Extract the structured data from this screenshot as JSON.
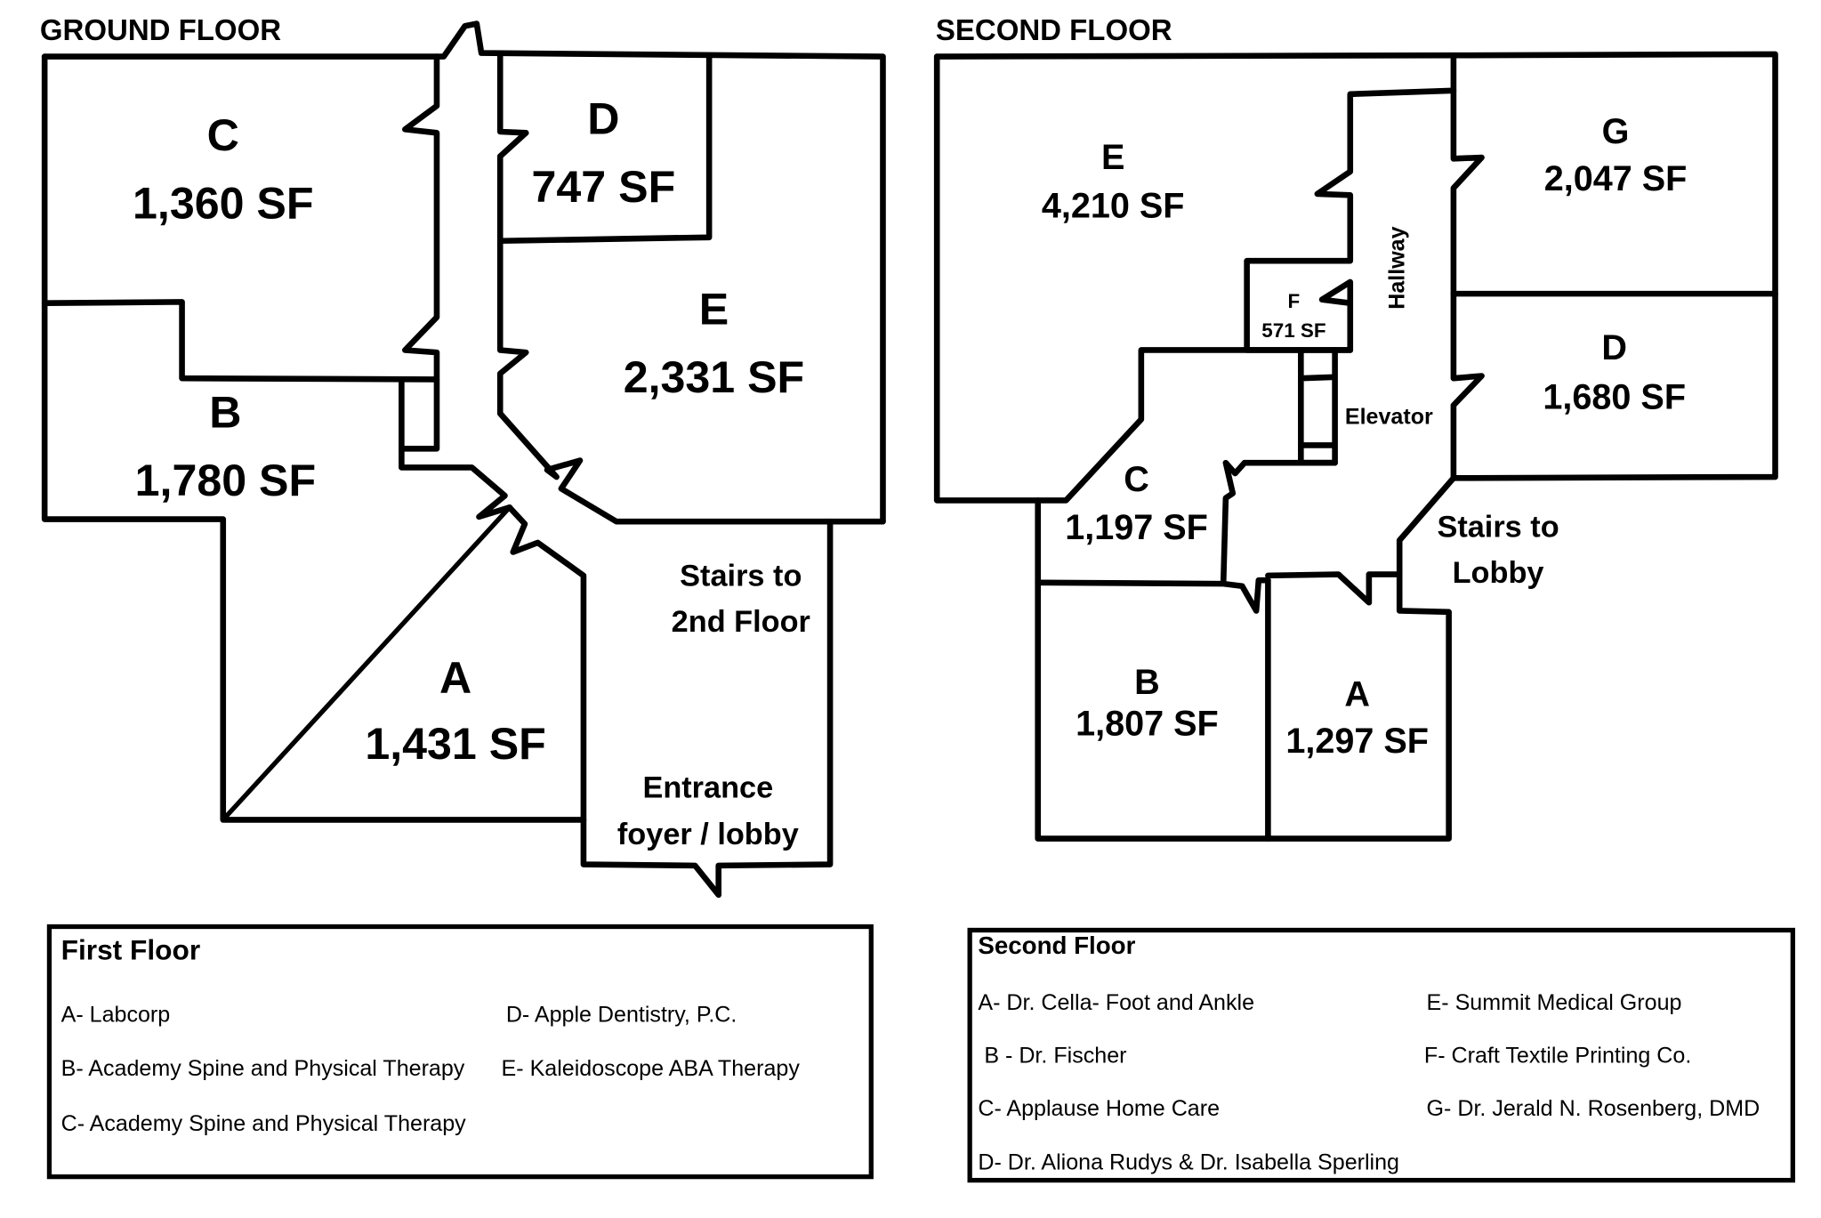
{
  "ground_floor": {
    "title": "GROUND FLOOR",
    "rooms": {
      "A": {
        "letter": "A",
        "area": "1,431 SF"
      },
      "B": {
        "letter": "B",
        "area": "1,780 SF"
      },
      "C": {
        "letter": "C",
        "area": "1,360 SF"
      },
      "D": {
        "letter": "D",
        "area": "747 SF"
      },
      "E": {
        "letter": "E",
        "area": "2,331 SF"
      }
    },
    "stairs_label": [
      "Stairs to",
      "2nd Floor"
    ],
    "entrance_label": [
      "Entrance",
      "foyer / lobby"
    ]
  },
  "second_floor": {
    "title": "SECOND FLOOR",
    "rooms": {
      "A": {
        "letter": "A",
        "area": "1,297 SF"
      },
      "B": {
        "letter": "B",
        "area": "1,807 SF"
      },
      "C": {
        "letter": "C",
        "area": "1,197 SF"
      },
      "D": {
        "letter": "D",
        "area": "1,680 SF"
      },
      "E": {
        "letter": "E",
        "area": "4,210 SF"
      },
      "F": {
        "letter": "F",
        "area": "571 SF"
      },
      "G": {
        "letter": "G",
        "area": "2,047 SF"
      }
    },
    "hallway_label": "Hallway",
    "elevator_label": "Elevator",
    "stairs_label": [
      "Stairs to",
      "Lobby"
    ]
  },
  "legend_first": {
    "title": "First Floor",
    "items": [
      "A- Labcorp",
      "B- Academy Spine and Physical Therapy",
      "C- Academy Spine and Physical Therapy",
      "D- Apple Dentistry, P.C.",
      "E- Kaleidoscope ABA Therapy"
    ]
  },
  "legend_second": {
    "title": "Second Floor",
    "items": [
      "A- Dr. Cella- Foot and Ankle",
      " B - Dr. Fischer",
      "C- Applause Home Care",
      "D- Dr. Aliona Rudys & Dr. Isabella Sperling",
      "E- Summit Medical Group",
      "F- Craft Textile Printing Co.",
      "G- Dr. Jerald N. Rosenberg, DMD"
    ]
  }
}
